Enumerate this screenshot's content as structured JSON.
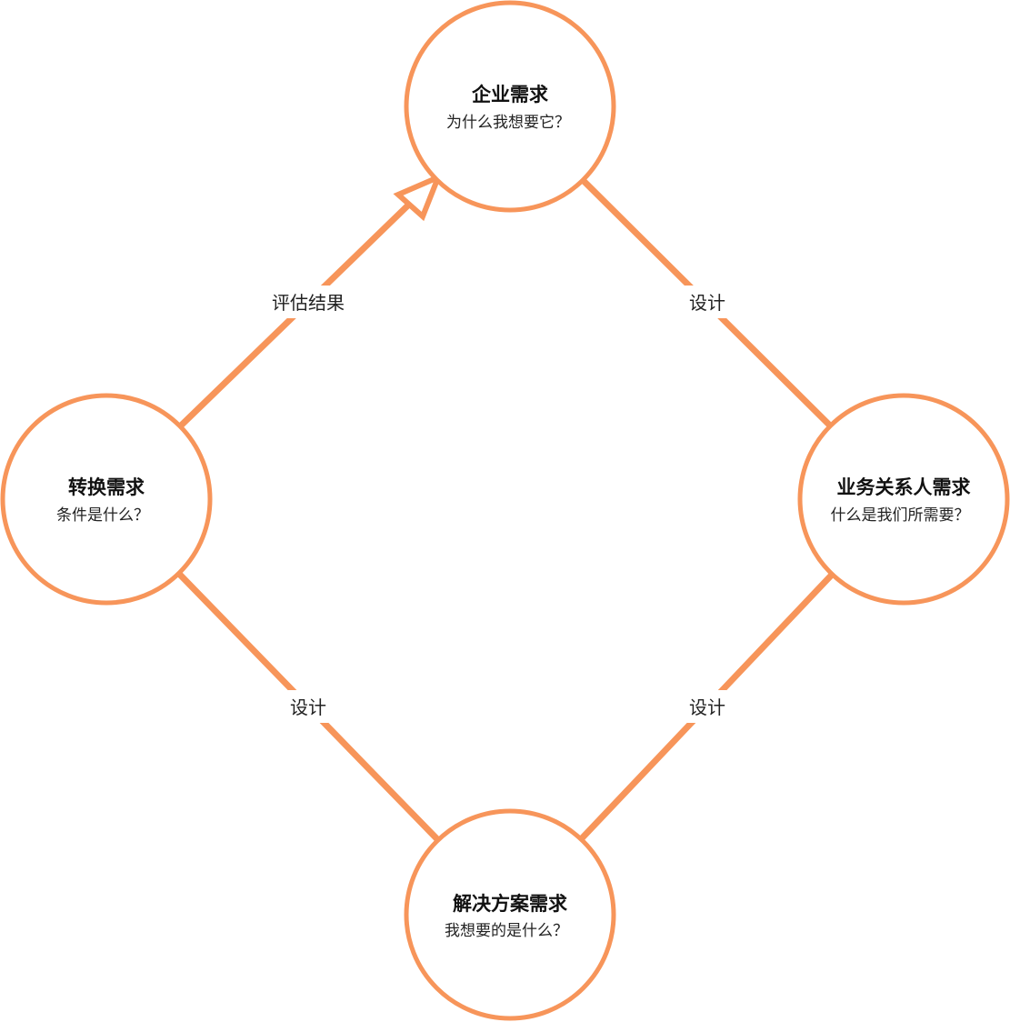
{
  "colors": {
    "accent": "#F7955A",
    "text": "#111111",
    "background": "#FFFFFF"
  },
  "nodes": {
    "enterprise": {
      "title": "企业需求",
      "subtitle": "为什么我想要它？"
    },
    "stakeholder": {
      "title": "业务关系人需求",
      "subtitle": "什么是我们所需要？"
    },
    "solution": {
      "title": "解决方案需求",
      "subtitle": "我想要的是什么？"
    },
    "transition": {
      "title": "转换需求",
      "subtitle": "条件是什么？"
    }
  },
  "edges": {
    "transition_to_enterprise": {
      "label": "评估结果"
    },
    "enterprise_to_stakeholder": {
      "label": "设计"
    },
    "stakeholder_to_solution": {
      "label": "设计"
    },
    "solution_to_transition": {
      "label": "设计"
    }
  }
}
